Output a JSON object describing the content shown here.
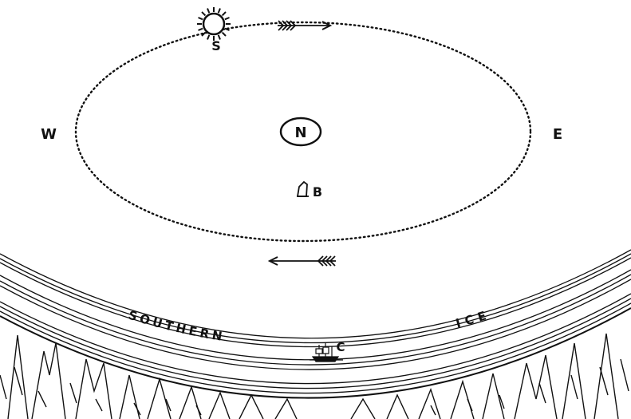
{
  "labels": {
    "sun": "S",
    "north": "N",
    "west": "W",
    "east": "E",
    "point_b": "B",
    "point_c": "C",
    "arc_word_1": "SOUTHERN",
    "arc_word_2": "ICE"
  },
  "colors": {
    "ink": "#111111",
    "paper": "#ffffff"
  },
  "icons": {
    "sun": "sun-icon",
    "arrow_top": "arrow-right-icon",
    "arrow_bottom": "arrow-left-icon",
    "ship": "ship-icon",
    "figure_b": "figure-icon"
  }
}
